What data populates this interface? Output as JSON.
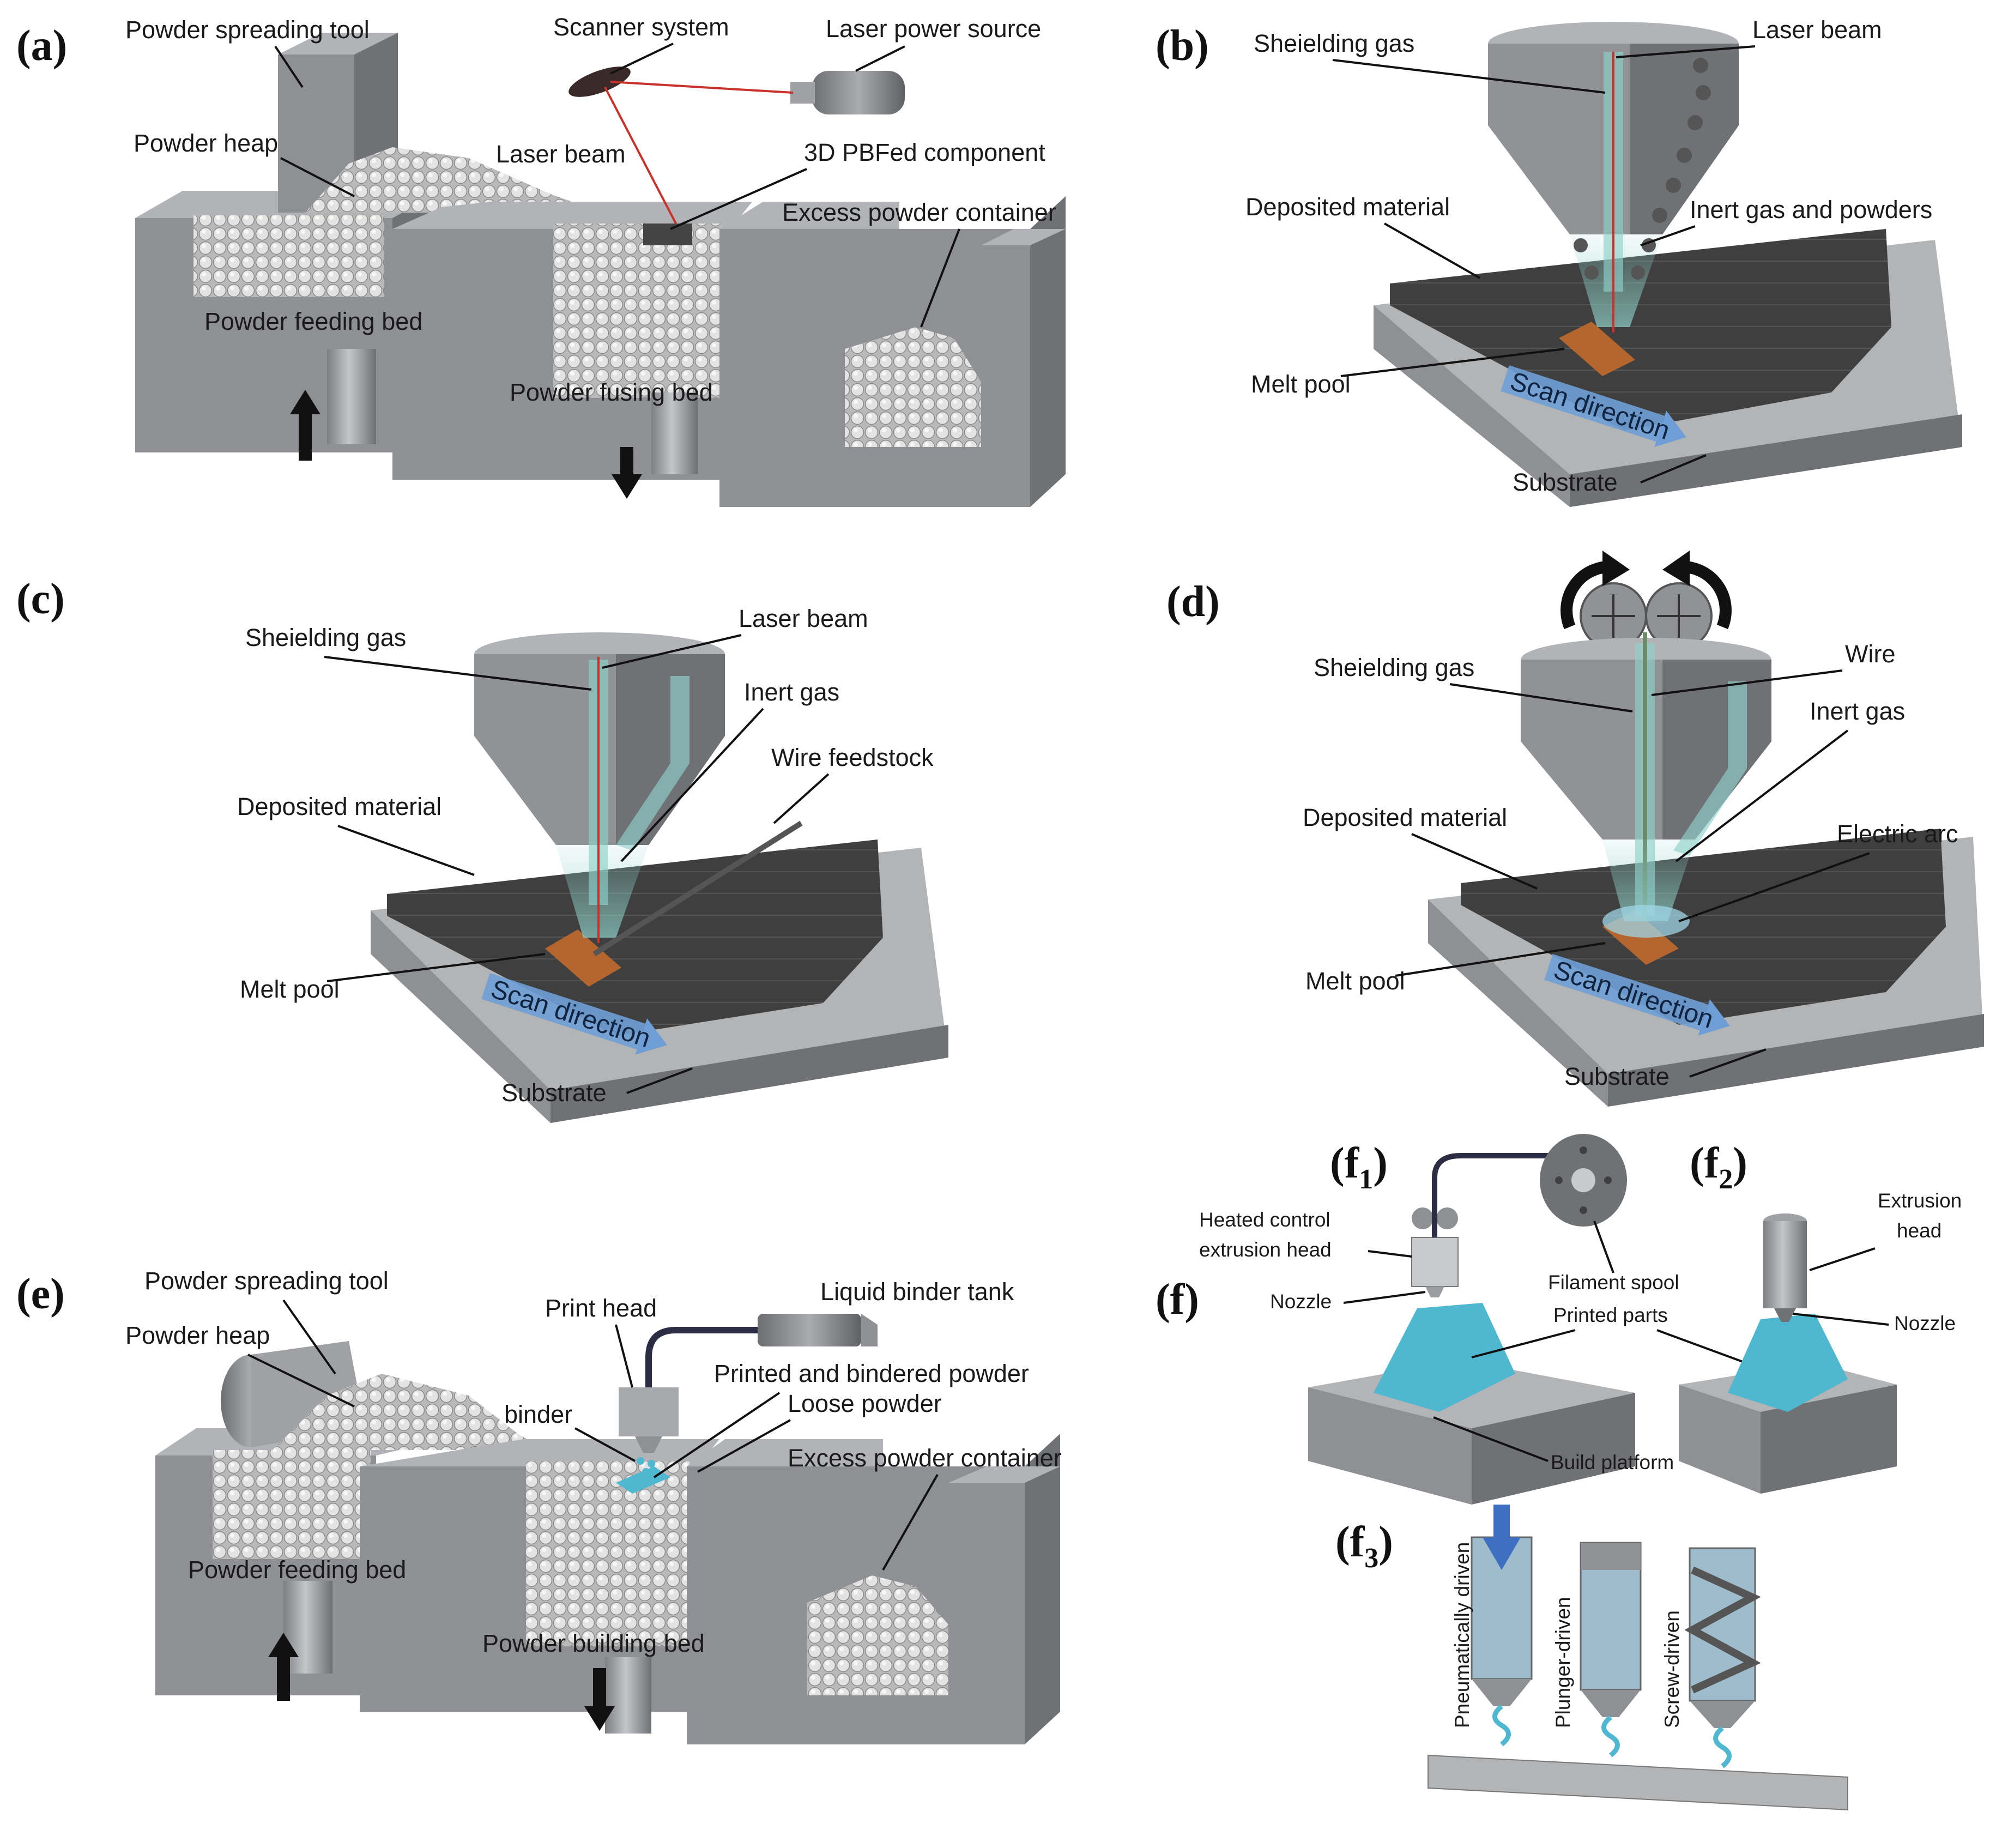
{
  "colors": {
    "block_front": "#8e9094",
    "block_top": "#b1b3b6",
    "block_side": "#6f7175",
    "powder": "#d6d6d6",
    "deposit": "#3e3e3e",
    "melt_pool": "#b5652e",
    "laser": "#c8322b",
    "gas": "#8fd1c9",
    "cyan_part": "#4fb7cf",
    "arrow_blue": "#6f9ed6"
  },
  "panel_a": {
    "tag": "(a)",
    "powder_spreading_tool": "Powder spreading tool",
    "scanner_system": "Scanner system",
    "laser_power_source": "Laser power source",
    "powder_heap": "Powder heap",
    "laser_beam": "Laser beam",
    "component": "3D PBFed component",
    "excess_container": "Excess powder container",
    "feeding_bed": "Powder feeding bed",
    "fusing_bed": "Powder fusing bed"
  },
  "panel_b": {
    "tag": "(b)",
    "shielding_gas": "Sheielding gas",
    "laser_beam": "Laser beam",
    "deposited_material": "Deposited material",
    "inert_gas_powders": "Inert gas and powders",
    "melt_pool": "Melt pool",
    "scan_direction": "Scan direction",
    "substrate": "Substrate"
  },
  "panel_c": {
    "tag": "(c)",
    "shielding_gas": "Sheielding gas",
    "laser_beam": "Laser beam",
    "inert_gas": "Inert gas",
    "wire_feedstock": "Wire feedstock",
    "deposited_material": "Deposited material",
    "melt_pool": "Melt pool",
    "scan_direction": "Scan direction",
    "substrate": "Substrate"
  },
  "panel_d": {
    "tag": "(d)",
    "shielding_gas": "Sheielding gas",
    "wire": "Wire",
    "inert_gas": "Inert gas",
    "deposited_material": "Deposited material",
    "electric_arc": "Electric arc",
    "melt_pool": "Melt pool",
    "scan_direction": "Scan direction",
    "substrate": "Substrate"
  },
  "panel_e": {
    "tag": "(e)",
    "powder_spreading_tool": "Powder spreading tool",
    "powder_heap": "Powder heap",
    "print_head": "Print head",
    "liquid_binder_tank": "Liquid binder tank",
    "printed_powder": "Printed and bindered powder",
    "binder": "binder",
    "loose_powder": "Loose powder",
    "excess_container": "Excess powder container",
    "feeding_bed": "Powder feeding bed",
    "building_bed": "Powder building bed"
  },
  "panel_f": {
    "tag": "(f)",
    "f1_tag": "(f",
    "f1_sub": "1",
    "f2_tag": "(f",
    "f2_sub": "2",
    "f3_tag": "(f",
    "f3_sub": "3",
    "close_paren": ")",
    "heated_head_line1": "Heated control",
    "heated_head_line2": "extrusion head",
    "nozzle": "Nozzle",
    "filament_spool": "Filament spool",
    "printed_parts": "Printed parts",
    "build_platform": "Build platform",
    "extrusion_head_line1": "Extrusion",
    "extrusion_head_line2": "head",
    "nozzle_2": "Nozzle",
    "pneumatic": "Pneumatically driven",
    "plunger": "Plunger-driven",
    "screw": "Screw-driven"
  }
}
